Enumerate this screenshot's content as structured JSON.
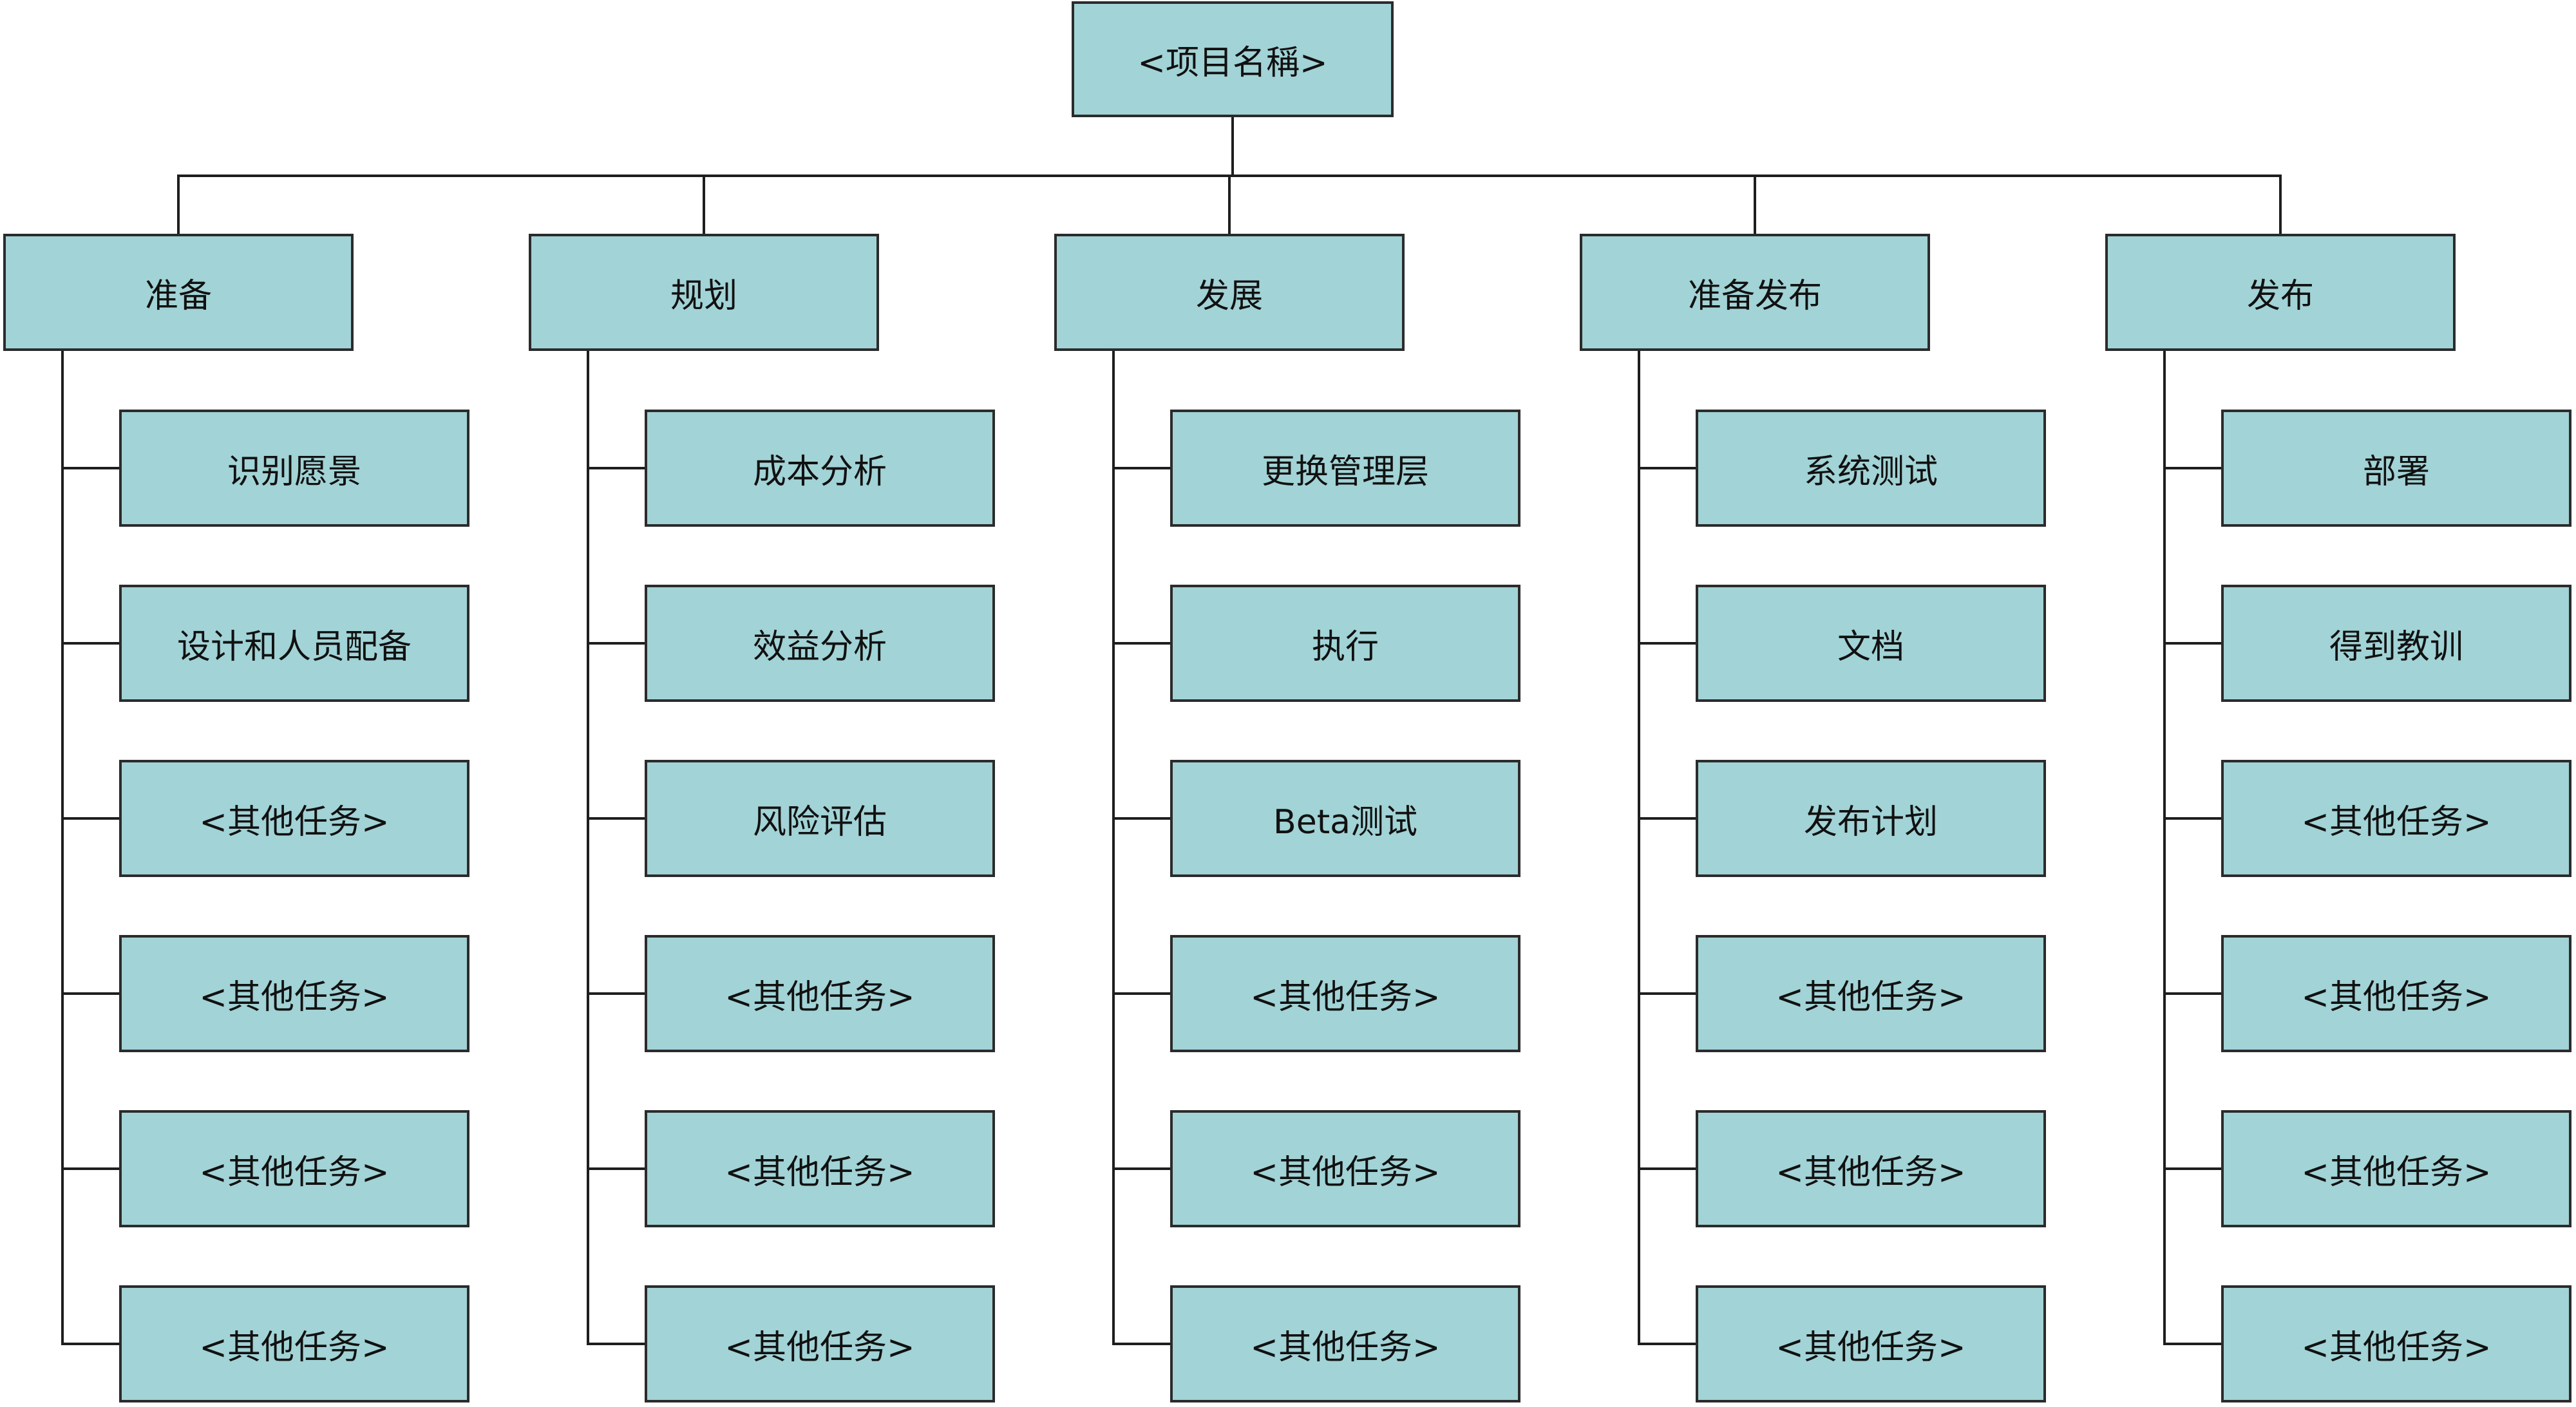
{
  "colors": {
    "box_fill": "#a2d3d6",
    "box_border": "#2b2b2b",
    "connector": "#1e1e1e",
    "background": "#ffffff"
  },
  "root": {
    "label": "<项目名稱>"
  },
  "phases": [
    {
      "label": "准备",
      "tasks": [
        "识别愿景",
        "设计和人员配备",
        "<其他任务>",
        "<其他任务>",
        "<其他任务>",
        "<其他任务>"
      ]
    },
    {
      "label": "规划",
      "tasks": [
        "成本分析",
        "效益分析",
        "风险评估",
        "<其他任务>",
        "<其他任务>",
        "<其他任务>"
      ]
    },
    {
      "label": "发展",
      "tasks": [
        "更换管理层",
        "执行",
        "Beta测试",
        "<其他任务>",
        "<其他任务>",
        "<其他任务>"
      ]
    },
    {
      "label": "准备发布",
      "tasks": [
        "系统测试",
        "文档",
        "发布计划",
        "<其他任务>",
        "<其他任务>",
        "<其他任务>"
      ]
    },
    {
      "label": "发布",
      "tasks": [
        "部署",
        "得到教训",
        "<其他任务>",
        "<其他任务>",
        "<其他任务>",
        "<其他任务>"
      ]
    }
  ]
}
